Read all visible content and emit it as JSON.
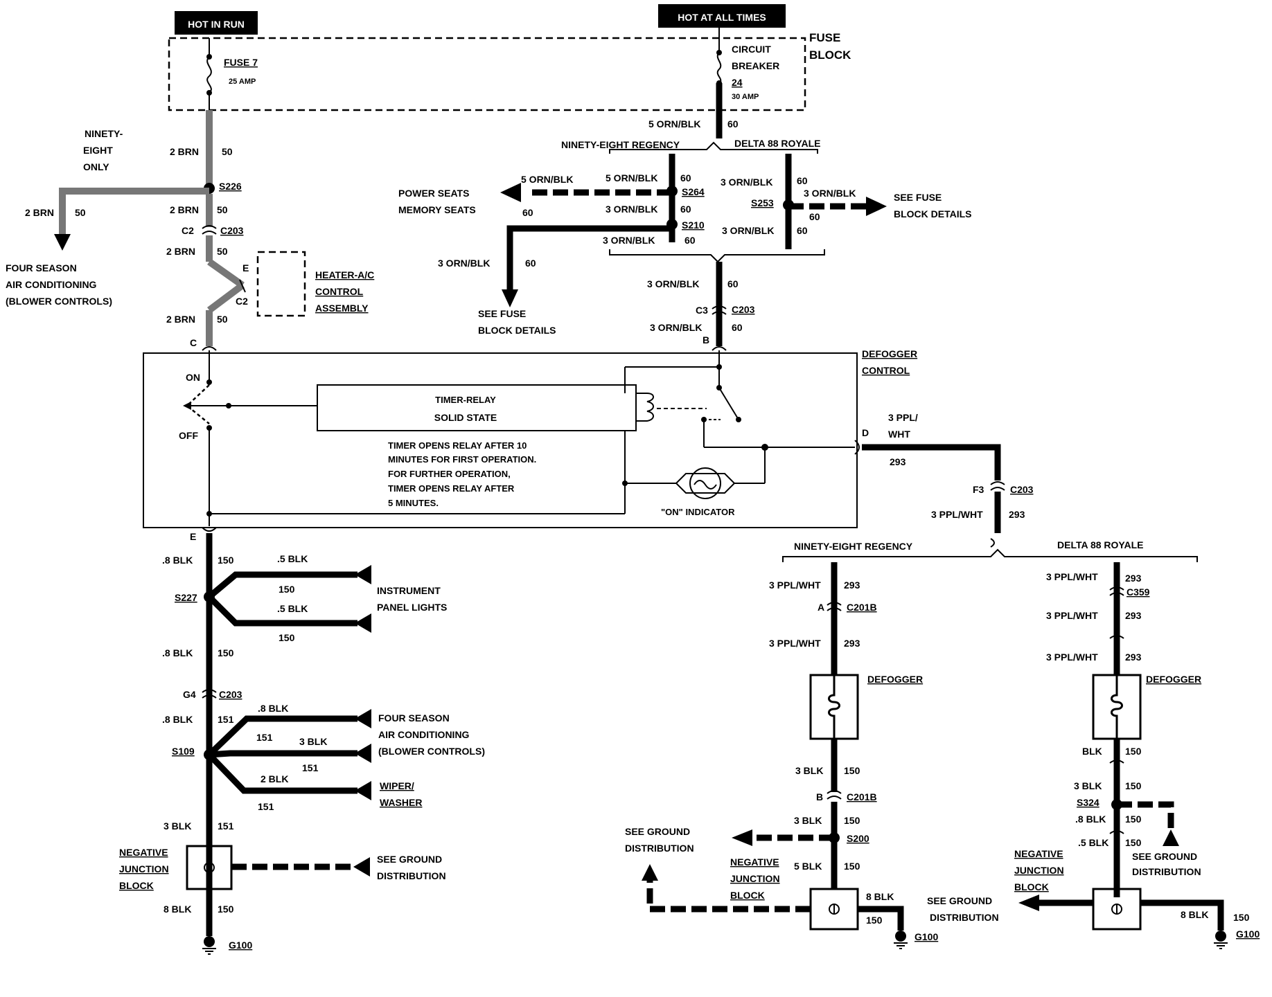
{
  "header": {
    "hot_in_run": "HOT IN RUN",
    "hot_at_all_times": "HOT AT ALL TIMES"
  },
  "fuse_block": {
    "label_line1": "FUSE",
    "label_line2": "BLOCK",
    "fuse7_line1": "FUSE 7",
    "fuse7_line2": "25 AMP",
    "cb_line1": "CIRCUIT",
    "cb_line2": "BREAKER",
    "cb_line3": "24",
    "cb_line4": "30 AMP"
  },
  "left_branch": {
    "ninety_line1": "NINETY-",
    "ninety_line2": "EIGHT",
    "ninety_line3": "ONLY",
    "w1": "2 BRN",
    "c1": "50",
    "s226": "S226",
    "w_left": "2 BRN",
    "c_left": "50",
    "w2": "2 BRN",
    "c2": "50",
    "c2_pin": "C2",
    "c203": "C203",
    "w3": "2 BRN",
    "c3": "50",
    "pin_e": "E",
    "pin_c2": "C2",
    "heater_line1": "HEATER-A/C",
    "heater_line2": "CONTROL",
    "heater_line3": "ASSEMBLY",
    "w4": "2 BRN",
    "c4": "50",
    "pin_c": "C",
    "fsac_line1": "FOUR SEASON",
    "fsac_line2": "AIR CONDITIONING",
    "fsac_line3": "(BLOWER CONTROLS)"
  },
  "right_feed": {
    "w1": "5 ORN/BLK",
    "c1": "60",
    "nr": "NINETY-EIGHT REGENCY",
    "d88": "DELTA 88 ROYALE",
    "w_ps": "5 ORN/BLK",
    "c_ps": "60",
    "ps_line1": "POWER SEATS",
    "ps_line2": "MEMORY SEATS",
    "w_s264": "5 ORN/BLK",
    "c_s264": "60",
    "s264": "S264",
    "w_s210a": "3 ORN/BLK",
    "c_s210a": "60",
    "s210": "S210",
    "w_s210b": "3 ORN/BLK",
    "c_s210b": "60",
    "w_fbl": "3 ORN/BLK",
    "c_fbl": "60",
    "fbl_line1": "SEE FUSE",
    "fbl_line2": "BLOCK DETAILS",
    "w_s253a": "3 ORN/BLK",
    "c_s253a": "60",
    "s253": "S253",
    "w_s253r": "3 ORN/BLK",
    "c_s253r": "60",
    "fbr_line1": "SEE FUSE",
    "fbr_line2": "BLOCK DETAILS",
    "w_s253b": "3 ORN/BLK",
    "c_s253b": "60",
    "w_m": "3 ORN/BLK",
    "c_m": "60",
    "c3_pin": "C3",
    "c203": "C203",
    "w_b": "3 ORN/BLK",
    "c_b": "60",
    "pin_b": "B"
  },
  "defogger_control": {
    "label_line1": "DEFOGGER",
    "label_line2": "CONTROL",
    "on": "ON",
    "off": "OFF",
    "relay_line1": "TIMER-RELAY",
    "relay_line2": "SOLID STATE",
    "note_line1": "TIMER OPENS RELAY AFTER 10",
    "note_line2": "MINUTES FOR FIRST OPERATION.",
    "note_line3": "FOR FURTHER OPERATION,",
    "note_line4": "TIMER OPENS RELAY AFTER",
    "note_line5": "5 MINUTES.",
    "on_indicator": "\"ON\" INDICATOR",
    "pin_d": "D",
    "pin_e": "E"
  },
  "output": {
    "w1_line1": "3 PPL/",
    "w1_line2": "WHT",
    "c1": "293",
    "f3": "F3",
    "c203": "C203",
    "w2": "3 PPL/WHT",
    "c2": "293",
    "nr": "NINETY-EIGHT REGENCY",
    "d88": "DELTA 88 ROYALE"
  },
  "nr_branch": {
    "w1": "3 PPL/WHT",
    "c1": "293",
    "pin_a": "A",
    "c201b": "C201B",
    "w2": "3 PPL/WHT",
    "c2": "293",
    "defogger": "DEFOGGER",
    "w3": "3 BLK",
    "c3": "150",
    "pin_b": "B",
    "c201b_2": "C201B",
    "w4": "3 BLK",
    "c4": "150",
    "s200": "S200",
    "gd_line1": "SEE GROUND",
    "gd_line2": "DISTRIBUTION",
    "nj_line1": "NEGATIVE",
    "nj_line2": "JUNCTION",
    "nj_line3": "BLOCK",
    "w5": "5 BLK",
    "c5": "150",
    "w6": "8 BLK",
    "c6": "150",
    "g100": "G100"
  },
  "d88_branch": {
    "w1": "3 PPL/WHT",
    "c1": "293",
    "c359": "C359",
    "w2": "3 PPL/WHT",
    "c2": "293",
    "w3": "3 PPL/WHT",
    "c3": "293",
    "defogger": "DEFOGGER",
    "w4": "BLK",
    "c4": "150",
    "w5": "3 BLK",
    "c5": "150",
    "s324": "S324",
    "w6": ".8 BLK",
    "c6": "150",
    "w7": ".5 BLK",
    "c7": "150",
    "gd_line1": "SEE GROUND",
    "gd_line2": "DISTRIBUTION",
    "gd2_line1": "SEE GROUND",
    "gd2_line2": "DISTRIBUTION",
    "nj_line1": "NEGATIVE",
    "nj_line2": "JUNCTION",
    "nj_line3": "BLOCK",
    "w8": "8 BLK",
    "c8": "150",
    "g100": "G100"
  },
  "ground_left": {
    "w1": ".8 BLK",
    "c1": "150",
    "w_ip1": ".5 BLK",
    "c_ip1": "150",
    "s227": "S227",
    "w_ip2": ".5 BLK",
    "c_ip2": "150",
    "ipl_line1": "INSTRUMENT",
    "ipl_line2": "PANEL LIGHTS",
    "w2": ".8 BLK",
    "c2": "150",
    "g4": "G4",
    "c203": "C203",
    "w3": ".8 BLK",
    "c3": "151",
    "w_fs": ".8 BLK",
    "c_fs": "151",
    "s109": "S109",
    "w_fs2": "3 BLK",
    "c_fs2": "151",
    "fsac_line1": "FOUR SEASON",
    "fsac_line2": "AIR CONDITIONING",
    "fsac_line3": "(BLOWER CONTROLS)",
    "w_ww": "2 BLK",
    "c_ww": "151",
    "ww_line1": "WIPER/",
    "ww_line2": "WASHER",
    "w4": "3 BLK",
    "c4": "151",
    "nj_line1": "NEGATIVE",
    "nj_line2": "JUNCTION",
    "nj_line3": "BLOCK",
    "gd_line1": "SEE GROUND",
    "gd_line2": "DISTRIBUTION",
    "w5": "8 BLK",
    "c5": "150",
    "g100": "G100"
  }
}
